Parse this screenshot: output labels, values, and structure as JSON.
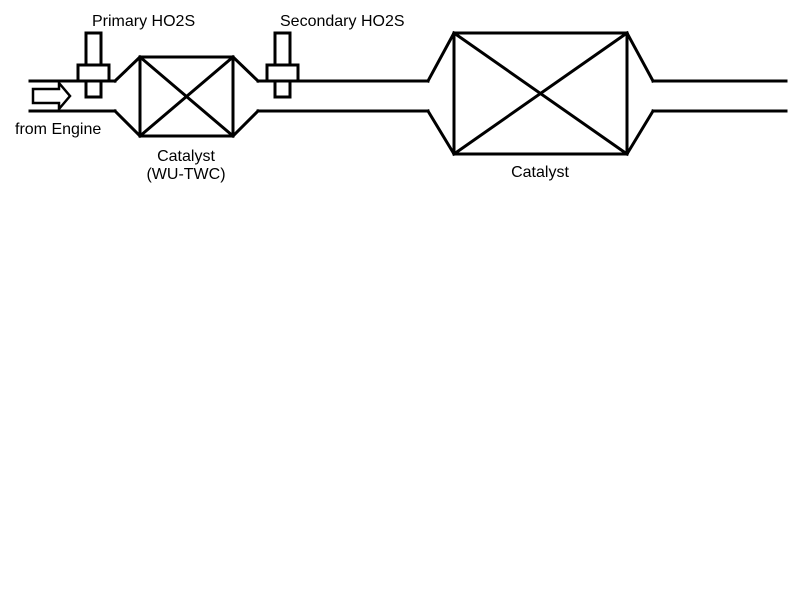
{
  "diagram": {
    "labels": {
      "primary_sensor": "Primary HO2S",
      "secondary_sensor": "Secondary HO2S",
      "from_engine": "from Engine",
      "front_catalyst_line1": "Catalyst",
      "front_catalyst_line2": "(WU-TWC)",
      "rear_catalyst": "Catalyst"
    },
    "colors": {
      "line": "#000000",
      "background": "#ffffff"
    }
  }
}
